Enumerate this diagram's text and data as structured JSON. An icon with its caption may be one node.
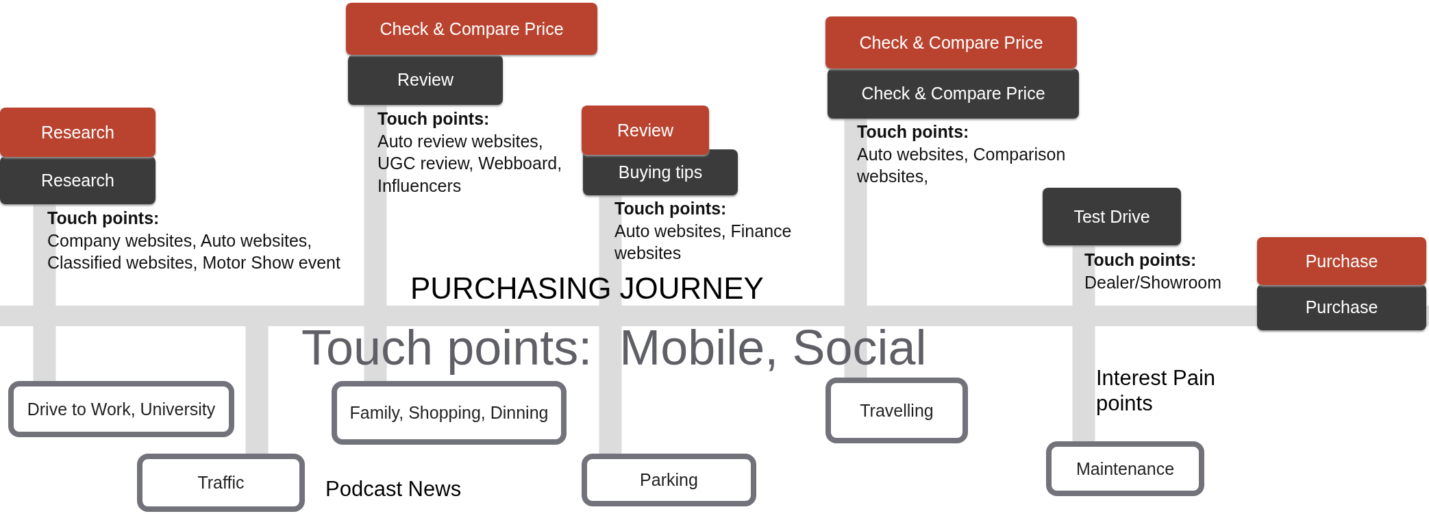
{
  "diagram": {
    "nodes": [
      {
        "text": [
          "Research"
        ]
      },
      {
        "text": [
          "Research"
        ],
        "beside": [
          "Touch points:",
          "Company websites, Auto websites, Classified websites, Motor Show event"
        ]
      },
      {
        "text": [
          "Check & Compare Price"
        ]
      },
      {
        "text": [
          "Review"
        ],
        "beside": [
          "Touch points:",
          "Auto review websites, UGC review, Webboard, Influencers"
        ]
      },
      {
        "text": [
          "Review"
        ]
      },
      {
        "text": [
          "Buying tips"
        ],
        "beside": [
          "Touch points:",
          "Auto websites, Finance websites"
        ]
      },
      {
        "text": [
          "Check & Compare Price"
        ]
      },
      {
        "text": [
          "Check & Compare Price"
        ],
        "beside": [
          "Touch points:",
          "Auto websites, Comparison websites,"
        ]
      },
      {
        "text": [
          "Test Drive"
        ],
        "beside": [
          "Touch points:",
          "Dealer/Showroom"
        ]
      },
      {
        "text": [
          "Purchase"
        ]
      },
      {
        "text": [
          "Purchase"
        ]
      },
      {
        "text": [],
        "shape": "bar"
      },
      {
        "text": [
          "Drive to Work, University"
        ]
      },
      {
        "text": [
          "Traffic"
        ]
      },
      {
        "text": [
          "Family, Shopping, Dinning"
        ]
      },
      {
        "text": [
          "Parking"
        ]
      },
      {
        "text": [
          "Travelling"
        ]
      },
      {
        "text": [
          "Maintenance"
        ]
      }
    ],
    "edges": [
      {
        "from": 1,
        "to": 11,
        "arrow": "none"
      },
      {
        "from": 11,
        "to": 12,
        "arrow": "none"
      },
      {
        "from": 11,
        "to": 13,
        "arrow": "none"
      },
      {
        "from": 3,
        "to": 11,
        "arrow": "none"
      },
      {
        "from": 11,
        "to": 14,
        "arrow": "none"
      },
      {
        "from": 5,
        "to": 11,
        "arrow": "none"
      },
      {
        "from": 11,
        "to": 15,
        "arrow": "none"
      },
      {
        "from": 7,
        "to": 11,
        "arrow": "none"
      },
      {
        "from": 11,
        "to": 16,
        "arrow": "none"
      },
      {
        "from": 8,
        "to": 11,
        "arrow": "none"
      },
      {
        "from": 11,
        "to": 17,
        "arrow": "none"
      }
    ],
    "labels": [
      "PURCHASING JOURNEY",
      "Touch points:  Mobile, Social",
      "Interest Pain points",
      "Podcast News"
    ]
  }
}
